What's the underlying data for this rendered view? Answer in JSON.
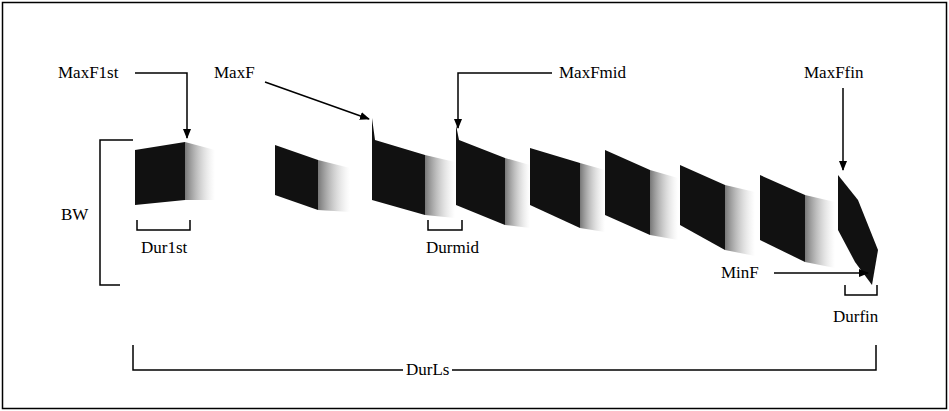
{
  "diagram": {
    "labels": [
      "MaxF1st",
      "MaxF",
      "MaxFmid",
      "MaxFfin",
      "BW",
      "Dur1st",
      "Durmid",
      "MinF",
      "Durfin",
      "DurLs"
    ]
  }
}
